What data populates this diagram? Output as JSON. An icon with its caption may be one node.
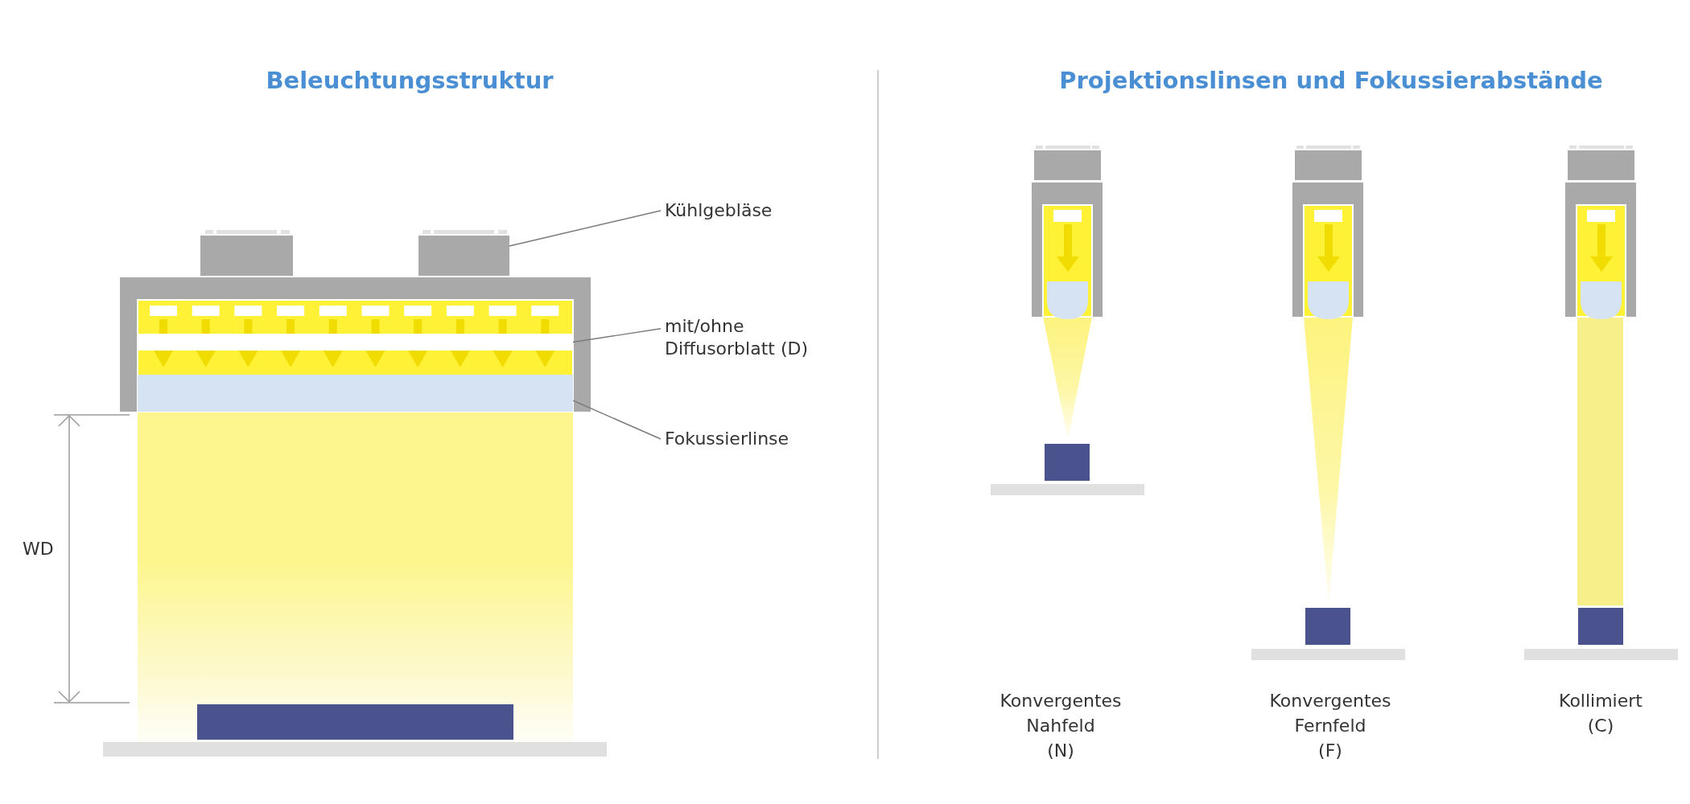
{
  "diagram": {
    "nodes": [
      {
        "text": [
          "Kühlgebläse"
        ]
      },
      {
        "text": [],
        "shape": "box"
      },
      {
        "text": [],
        "shape": "box"
      },
      {
        "text": [
          "mit/ohne Diffusorblatt (D)"
        ]
      },
      {
        "text": [],
        "shape": "bar"
      },
      {
        "text": [
          "Fokussierlinse"
        ]
      },
      {
        "text": [],
        "shape": "bar"
      }
    ],
    "edges": [
      {
        "from": 0,
        "to": 2,
        "arrow": "none"
      },
      {
        "from": 3,
        "to": 4,
        "arrow": "none"
      },
      {
        "from": 5,
        "to": 6,
        "arrow": "none"
      }
    ],
    "labels": [
      "Beleuchtungsstruktur",
      "Projektionslinsen und Fokussierabstände",
      "WD",
      "Konvergentes Nahfeld (N)",
      "Konvergentes Fernfeld (F)",
      "Kollimiert (C)"
    ]
  }
}
